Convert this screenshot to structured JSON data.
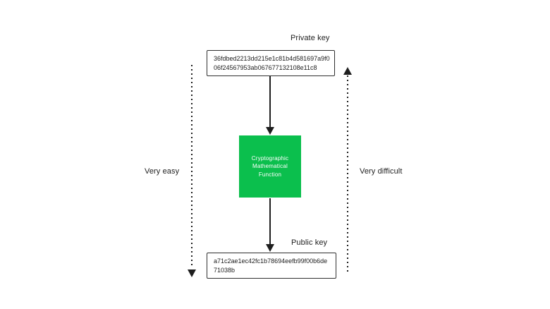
{
  "colors": {
    "background": "#ffffff",
    "ink": "#1e1e1e",
    "box_border": "#2f2f2f",
    "function_box_bg": "#0bbf4d",
    "function_box_text": "#ffffff"
  },
  "private_key": {
    "label": "Private key",
    "lines": [
      "36fdbed2213dd215e1c81b4d581697a9f0",
      "06f24567953ab067677132108e11c8"
    ]
  },
  "function_box": {
    "lines": [
      "Cryptographic",
      "Mathematical",
      "Function"
    ]
  },
  "public_key": {
    "label": "Public key",
    "lines": [
      "a71c2ae1ec42fc1b78694eefb99f00b6de",
      "71038b"
    ]
  },
  "annotations": {
    "left_arrow_label": "Very easy",
    "right_arrow_label": "Very difficult"
  }
}
